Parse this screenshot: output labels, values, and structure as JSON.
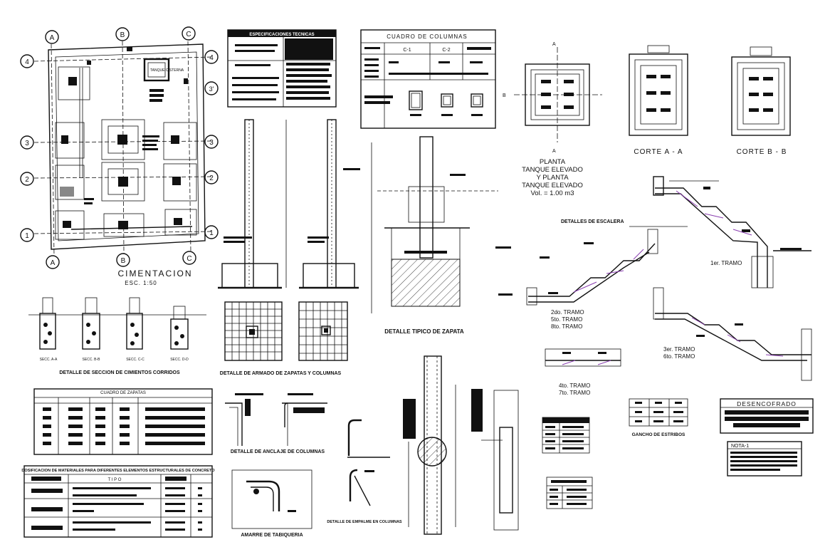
{
  "colors": {
    "line": "#111111",
    "accent": "#8a3fb0",
    "background": "#ffffff"
  },
  "plan": {
    "title": "CIMENTACION",
    "scale": "ESC. 1:50",
    "axes_top": [
      "A",
      "B",
      "C"
    ],
    "axes_bottom": [
      "A",
      "B",
      "C"
    ],
    "axes_left": [
      "4",
      "3",
      "2",
      "1"
    ],
    "axes_right": [
      "4",
      "3'",
      "3",
      "2",
      "1"
    ],
    "tank_label": "TANQUE CISTERNA"
  },
  "specs": {
    "title": "ESPECIFICACIONES TECNICAS"
  },
  "columns_table": {
    "title": "CUADRO  DE  COLUMNAS",
    "headers": [
      "C-1",
      "C-2"
    ]
  },
  "tank": {
    "axis_top": "A",
    "axis_bottom": "A",
    "axis_left": "B",
    "section_a": "CORTE  A - A",
    "section_b": "CORTE  B - B",
    "caption_lines": [
      "PLANTA",
      "TANQUE ELEVADO",
      "Y PLANTA",
      "TANQUE ELEVADO",
      "Vol. = 1.00 m3"
    ]
  },
  "stairs": {
    "title": "DETALLES DE ESCALERA",
    "tramo_1": "1er.  TRAMO",
    "tramo_2_lines": [
      "2do.  TRAMO",
      "5to.  TRAMO",
      "8to.  TRAMO"
    ],
    "tramo_3_lines": [
      "3er.  TRAMO",
      "6to.  TRAMO"
    ],
    "tramo_4_lines": [
      "4to.  TRAMO",
      "7to.  TRAMO"
    ]
  },
  "footing": {
    "title": "DETALLE TIPICO DE ZAPATA"
  },
  "sections": {
    "title": "DETALLE DE SECCION DE CIMIENTOS CORRIDOS",
    "labels": [
      "SECC. A-A",
      "SECC. B-B",
      "SECC. C-C",
      "SECC. D-D"
    ]
  },
  "zapata_armado": {
    "title": "DETALLE DE ARMADO DE ZAPATAS Y COLUMNAS"
  },
  "zapatas_table": {
    "title": "CUADRO DE ZAPATAS"
  },
  "materials_table": {
    "title": "DOSIFICACION DE MATERIALES PARA DIFERENTES ELEMENTOS ESTRUCTURALES DE CONCRETO",
    "col_tipo": "T I P O"
  },
  "anchoring": {
    "title": "DETALLE DE ANCLAJE DE COLUMNAS"
  },
  "tabiqueria": {
    "title": "AMARRE DE TABIQUERIA"
  },
  "empalme": {
    "title": "DETALLE DE EMPALME EN COLUMNAS"
  },
  "estribos": {
    "title": "GANCHO DE ESTRIBOS"
  },
  "desencofrado": {
    "title": "DESENCOFRADO"
  },
  "nota": {
    "title": "NOTA-1"
  }
}
